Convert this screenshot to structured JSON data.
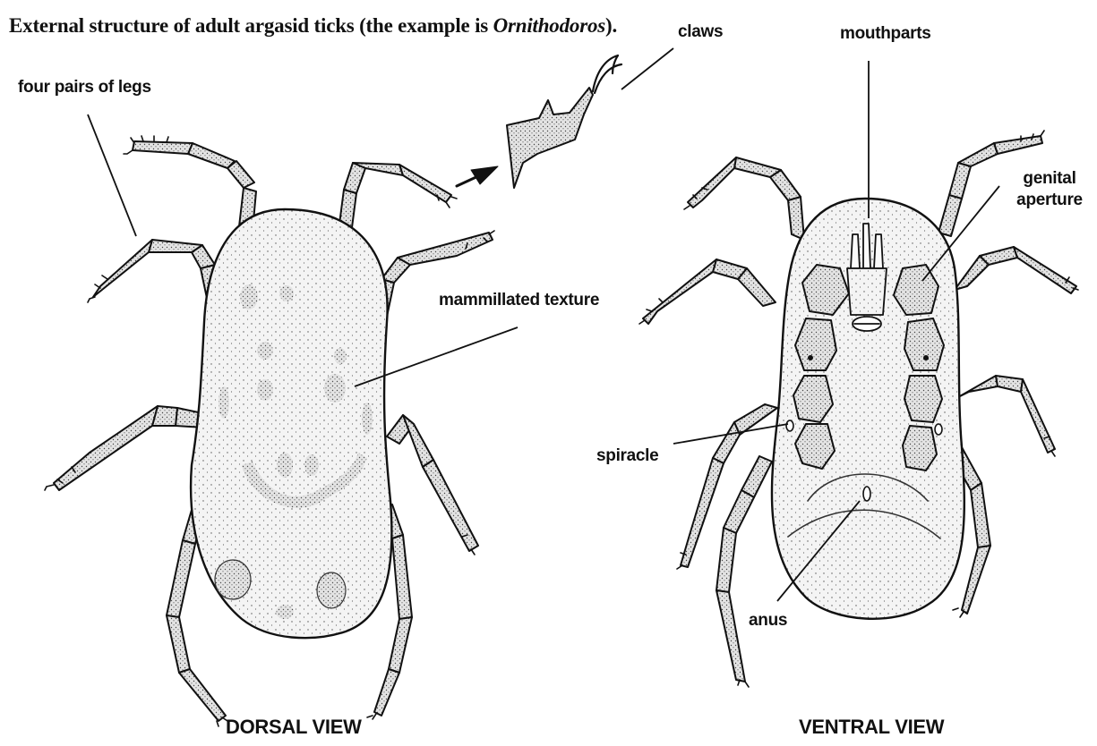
{
  "title": {
    "prefix": "External structure of adult argasid ticks (the example is ",
    "genus": "Ornithodoros",
    "suffix": ")."
  },
  "labels": {
    "legs": "four pairs of legs",
    "claws": "claws",
    "mouthparts": "mouthparts",
    "genital_line1": "genital",
    "genital_line2": "aperture",
    "mammillated": "mammillated texture",
    "spiracle": "spiracle",
    "anus": "anus"
  },
  "views": {
    "dorsal": "DORSAL VIEW",
    "ventral": "VENTRAL VIEW"
  },
  "colors": {
    "ink": "#111111",
    "body_fill": "#f2f2f2",
    "plate_fill": "#e6e6e6"
  }
}
